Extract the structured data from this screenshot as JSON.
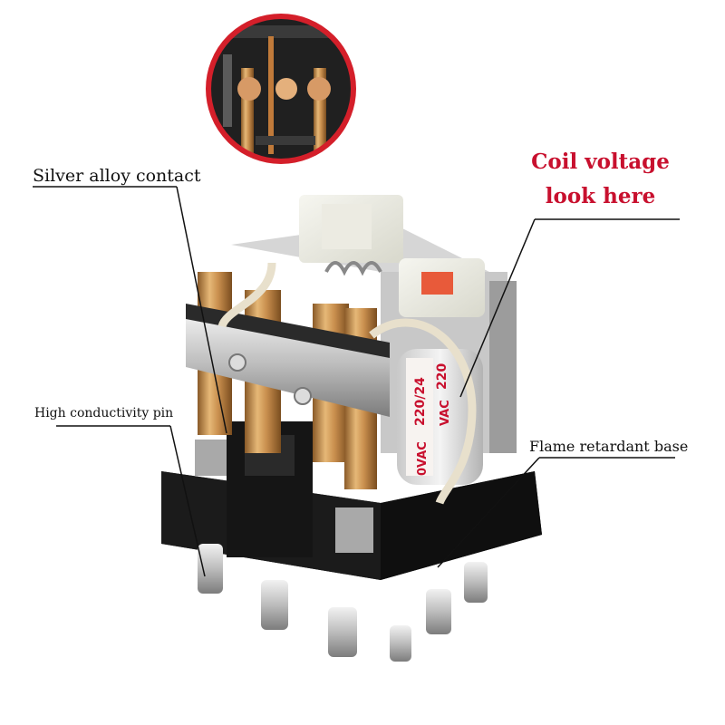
{
  "labels": {
    "silver_alloy_contact": "Silver alloy contact",
    "high_conductivity_pin": "High conductivity pin",
    "flame_retardant_base": "Flame retardant base",
    "coil_voltage_line1": "Coil voltage",
    "coil_voltage_line2": "look here"
  },
  "coil_print": {
    "voltage_a": "220/24",
    "voltage_b": "220",
    "unit": "0VAC",
    "unit_b": "VAC"
  },
  "colors": {
    "callout_red": "#c8102e",
    "label_text": "#111111",
    "leader_line": "#111111",
    "base_black": "#141414",
    "copper_pin": "#b98a4e",
    "inset_ring": "#d41f2a"
  }
}
